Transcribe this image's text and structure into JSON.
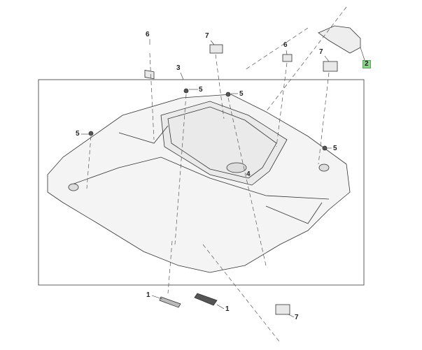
{
  "callouts": [
    {
      "id": "c1",
      "text": "6"
    },
    {
      "id": "c2",
      "text": "7"
    },
    {
      "id": "c3",
      "text": "6"
    },
    {
      "id": "c4",
      "text": "7"
    },
    {
      "id": "c5",
      "text": "2",
      "highlighted": true
    },
    {
      "id": "c6",
      "text": "3"
    },
    {
      "id": "c7",
      "text": "5"
    },
    {
      "id": "c8",
      "text": "5"
    },
    {
      "id": "c9",
      "text": "5"
    },
    {
      "id": "c10",
      "text": "5"
    },
    {
      "id": "c11",
      "text": "4"
    },
    {
      "id": "c12",
      "text": "1"
    },
    {
      "id": "c13",
      "text": "1"
    },
    {
      "id": "c14",
      "text": "7"
    }
  ],
  "colors": {
    "highlight": "#8fd18f",
    "line": "#333333",
    "fill": "#f2f2f2"
  }
}
